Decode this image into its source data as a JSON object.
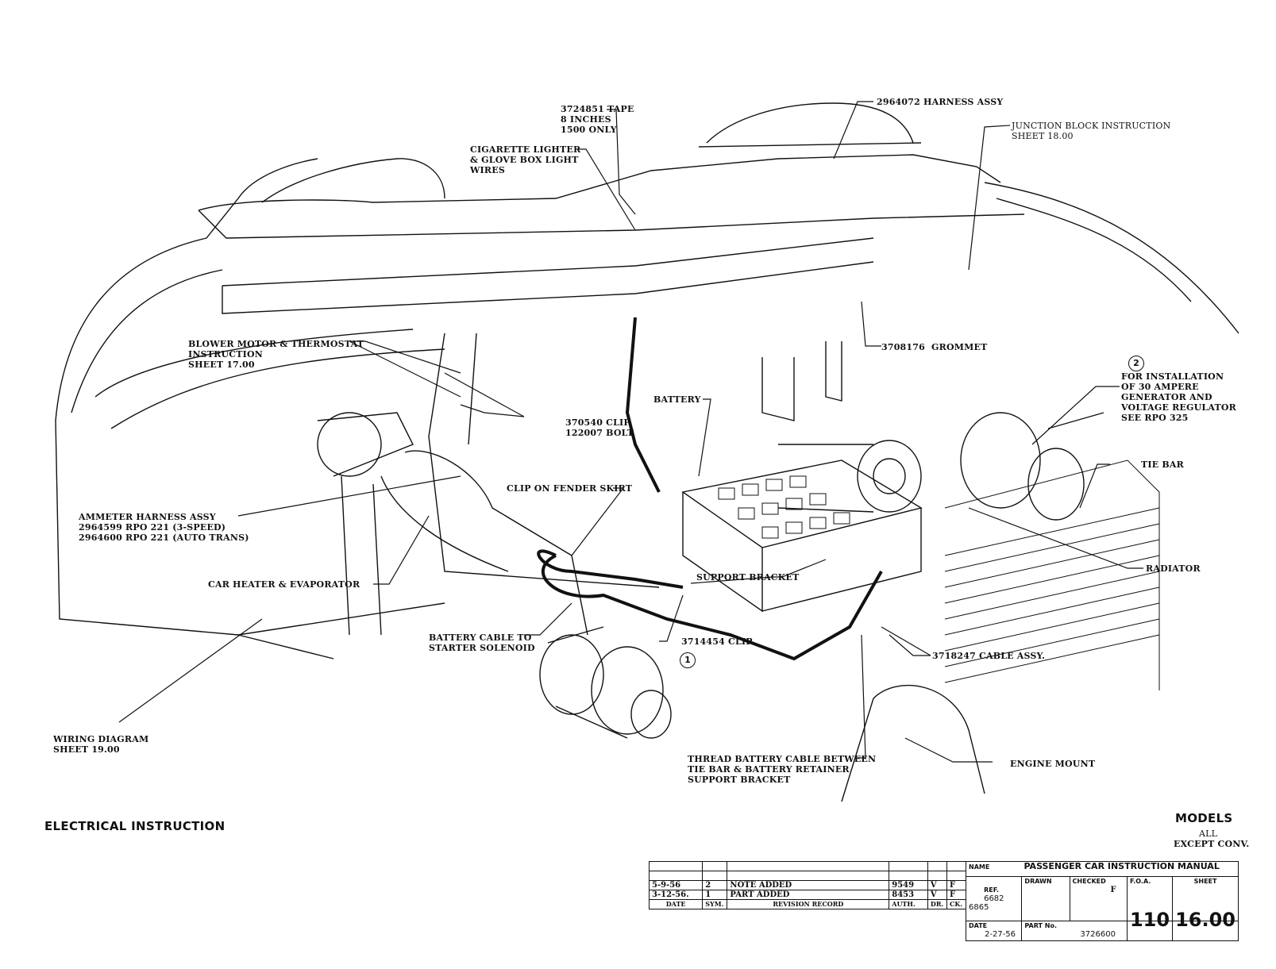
{
  "title": "ELECTRICAL INSTRUCTION",
  "models": {
    "heading": "MODELS",
    "line1": "ALL",
    "line2": "EXCEPT CONV."
  },
  "callouts": {
    "tape": "3724851 TAPE\n8 INCHES\n1500 ONLY",
    "harness_assy": "2964072 HARNESS ASSY",
    "junction_block": "JUNCTION BLOCK INSTRUCTION\nSHEET 18.00",
    "cigarette_lighter": "CIGARETTE LIGHTER\n& GLOVE BOX LIGHT\nWIRES",
    "blower_motor": "BLOWER MOTOR & THERMOSTAT\nINSTRUCTION\nSHEET 17.00",
    "grommet": "3708176  GROMMET",
    "generator_note": "FOR INSTALLATION\nOF 30 AMPERE\nGENERATOR AND\nVOLTAGE REGULATOR\nSEE RPO 325",
    "generator_note_marker": "2",
    "clip_bolt": "370540 CLIP\n122007 BOLT",
    "battery": "BATTERY",
    "tie_bar": "TIE BAR",
    "ammeter_harness": "AMMETER HARNESS ASSY\n2964599 RPO 221 (3-SPEED)\n2964600 RPO 221 (AUTO TRANS)",
    "clip_fender_skirt": "CLIP ON FENDER SKIRT",
    "radiator": "RADIATOR",
    "car_heater": "CAR HEATER & EVAPORATOR",
    "support_bracket": "SUPPORT BRACKET",
    "battery_cable_starter": "BATTERY CABLE TO\nSTARTER SOLENOID",
    "clip_3714454": "3714454 CLIP",
    "clip_marker": "1",
    "cable_assy": "3718247 CABLE ASSY.",
    "wiring_diagram": "WIRING DIAGRAM\nSHEET 19.00",
    "thread_cable": "THREAD BATTERY CABLE BETWEEN\nTIE BAR & BATTERY RETAINER\nSUPPORT BRACKET",
    "engine_mount": "ENGINE MOUNT"
  },
  "revision_table": {
    "rows": [
      {
        "date": "",
        "sym": "",
        "desc": "",
        "auth": "",
        "dr": "",
        "ck": ""
      },
      {
        "date": "",
        "sym": "",
        "desc": "",
        "auth": "",
        "dr": "",
        "ck": ""
      },
      {
        "date": "5-9-56",
        "sym": "2",
        "desc": "NOTE ADDED",
        "auth": "9549",
        "dr": "V",
        "ck": "F"
      },
      {
        "date": "3-12-56.",
        "sym": "1",
        "desc": "PART ADDED",
        "auth": "8453",
        "dr": "V",
        "ck": "F"
      }
    ],
    "headers": {
      "date": "DATE",
      "sym": "SYM.",
      "desc": "REVISION RECORD",
      "auth": "AUTH.",
      "dr": "DR.",
      "ck": "CK."
    }
  },
  "title_block": {
    "name_label": "NAME",
    "name_value": "PASSENGER CAR INSTRUCTION MANUAL",
    "ref_label": "REF.",
    "ref_values": "6682\n6865",
    "drawn_label": "DRAWN",
    "checked_label": "CHECKED",
    "checked_value": "F",
    "foa_label": "F.O.A.",
    "foa_value": "110",
    "sheet_label": "SHEET",
    "sheet_value": "16.00",
    "date_label": "DATE",
    "date_value": "2-27-56",
    "part_label": "PART No.",
    "part_value": "3726600"
  }
}
